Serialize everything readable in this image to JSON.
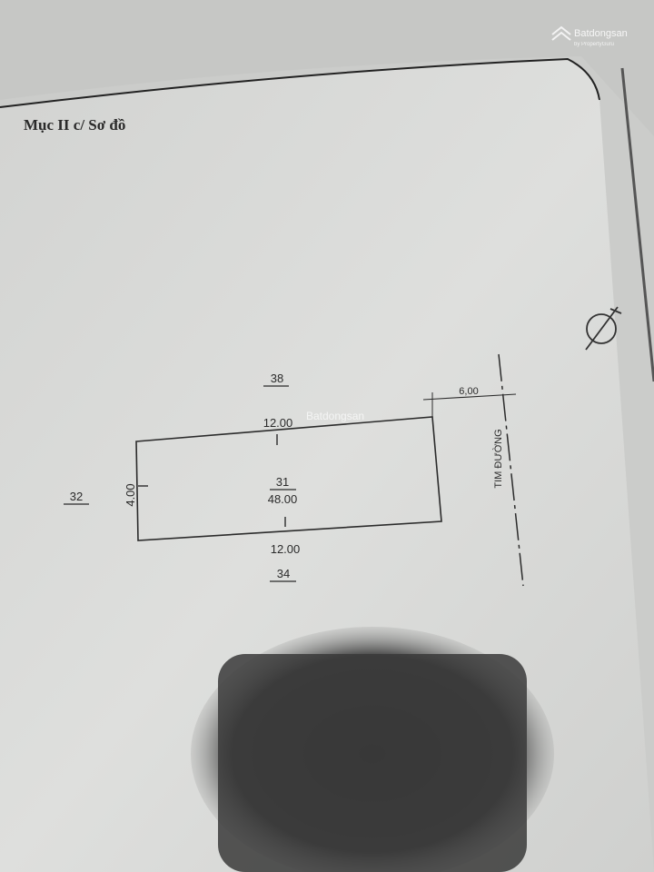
{
  "section_title": "Mục II c/ Sơ đồ",
  "watermark": {
    "brand": "Batdongsan",
    "sub": "by PropertyGuru"
  },
  "plot": {
    "parcel_number": "31",
    "area": "48.00",
    "top_edge": "12.00",
    "bottom_edge": "12.00",
    "left_edge": "4.00",
    "road_setback": "6,00"
  },
  "neighbors": {
    "top": "38",
    "left": "32",
    "bottom": "34"
  },
  "road_label": "TIM ĐƯỜNG",
  "colors": {
    "paper": "#dcdddb",
    "ink": "#2b2b2b",
    "shadow": "#3a3a3a"
  }
}
